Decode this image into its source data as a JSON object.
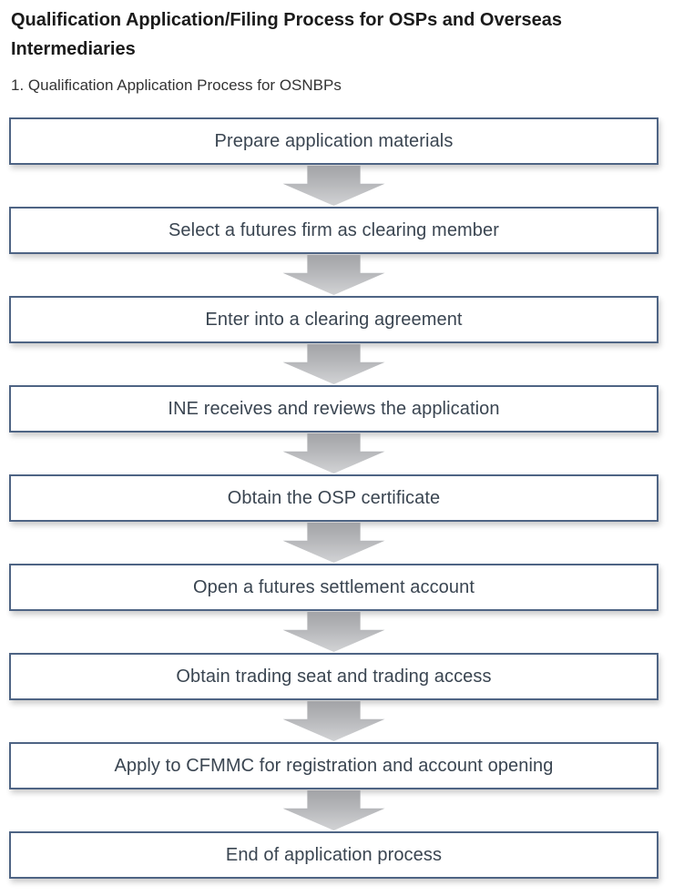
{
  "header": {
    "title": "Qualification Application/Filing Process for OSPs and Overseas\nIntermediaries",
    "subtitle": "1. Qualification Application Process for OSNBPs"
  },
  "flowchart": {
    "arrow_icon": "down-block-arrow",
    "steps": [
      {
        "label": "Prepare application materials"
      },
      {
        "label": "Select a futures firm as clearing member"
      },
      {
        "label": "Enter into a clearing agreement"
      },
      {
        "label": "INE receives and reviews the application"
      },
      {
        "label": "Obtain the OSP certificate"
      },
      {
        "label": "Open a futures settlement account"
      },
      {
        "label": "Obtain trading seat and trading access"
      },
      {
        "label": "Apply to CFMMC for registration and account opening"
      },
      {
        "label": "End of application process"
      }
    ]
  },
  "colors": {
    "box_border": "#4e6484",
    "box_text": "#3a4551",
    "title_text": "#1b1b1b",
    "subtitle_text": "#333333",
    "arrow_gradient_top": "#a2a3a7",
    "arrow_gradient_bottom": "#d2d3d5"
  }
}
